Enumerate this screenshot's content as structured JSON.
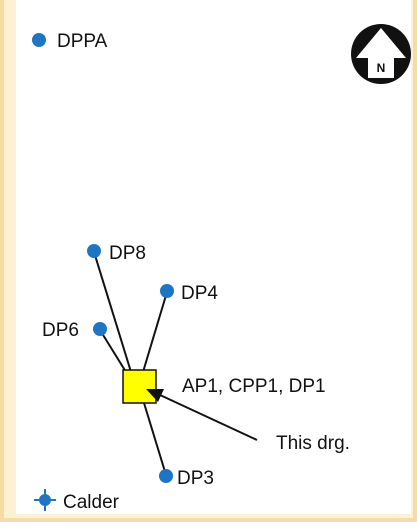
{
  "labels": {
    "dppa": "DPPA",
    "dp8": "DP8",
    "dp4": "DP4",
    "dp6": "DP6",
    "center": "AP1, CPP1, DP1",
    "this_drg": "This drg.",
    "dp3": "DP3",
    "calder": "Calder"
  },
  "north": {
    "letter": "N"
  },
  "colors": {
    "marker": "#1f75c4",
    "center_box": "#ffff00",
    "line": "#111111"
  }
}
